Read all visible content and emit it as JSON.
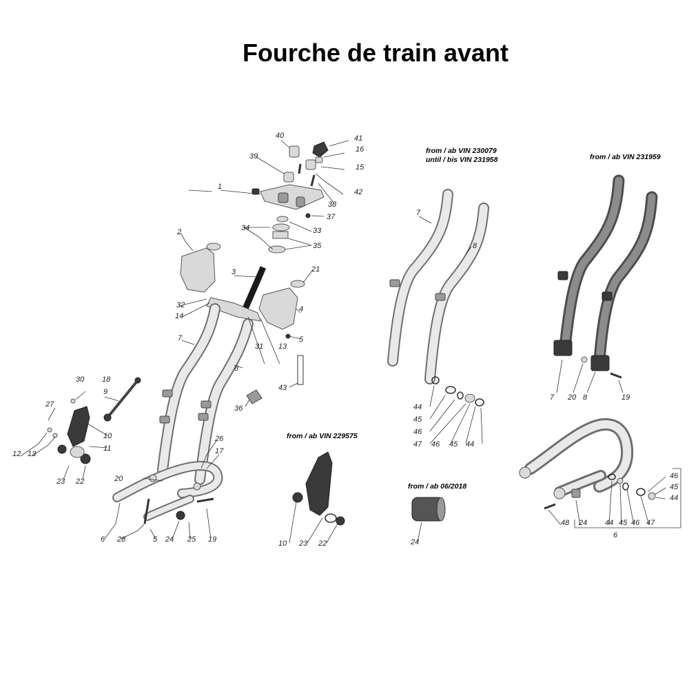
{
  "title": "Fourche de train avant",
  "notes": {
    "vin_230079": {
      "line1": "from / ab VIN 230079",
      "line2": "until / bis VIN 231958"
    },
    "vin_231959": "from / ab VIN 231959",
    "vin_229575": "from / ab VIN 229575",
    "date_062018": "from / ab 06/2018"
  },
  "labels": {
    "l1": "1",
    "l2": "2",
    "l3": "3",
    "l4": "4",
    "l5": "5",
    "l7": "7",
    "l8": "8",
    "l9": "9",
    "l10": "10",
    "l11": "11",
    "l12": "12",
    "l13": "13",
    "l13b": "13",
    "l14": "14",
    "l15": "15",
    "l16": "16",
    "l17": "17",
    "l18": "18",
    "l19": "19",
    "l20": "20",
    "l21": "21",
    "l22": "22",
    "l23": "23",
    "l24": "24",
    "l25": "25",
    "l26": "26",
    "l27": "27",
    "l28": "28",
    "l5b": "5",
    "l6": "6",
    "l30": "30",
    "l31": "31",
    "l32": "32",
    "l33": "33",
    "l34": "34",
    "l35": "35",
    "l36": "36",
    "l37": "37",
    "l38": "38",
    "l39": "39",
    "l40": "40",
    "l41": "41",
    "l42": "42",
    "l43": "43",
    "m7": "7",
    "m8": "8",
    "m44": "44",
    "m45": "45",
    "m46": "46",
    "m47": "47",
    "m46b": "46",
    "m45b": "45",
    "m44b": "44",
    "r7": "7",
    "r20": "20",
    "r8": "8",
    "r19": "19",
    "r46": "46",
    "r45": "45",
    "r44": "44",
    "r48": "48",
    "r24": "24",
    "r44b": "44",
    "r45b": "45",
    "r46b": "46",
    "r47": "47",
    "r6": "6",
    "b10": "10",
    "b23": "23",
    "b22": "22",
    "b24": "24"
  }
}
